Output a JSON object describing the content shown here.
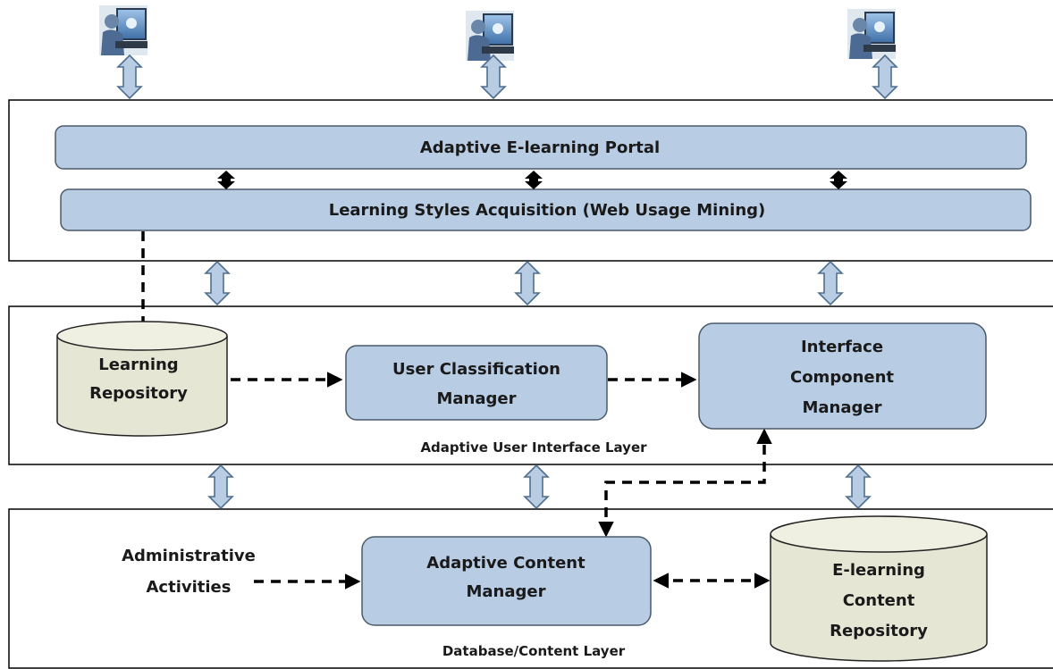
{
  "title": "",
  "users": [
    {
      "icon": "user-at-computer-icon"
    },
    {
      "icon": "user-at-computer-icon"
    },
    {
      "icon": "user-at-computer-icon"
    }
  ],
  "portal_layer": {
    "portal_label": "Adaptive E-learning Portal",
    "acquisition_label": "Learning Styles Acquisition (Web Usage Mining)"
  },
  "ui_layer": {
    "layer_label": "Adaptive User Interface Layer",
    "learning_repository": [
      "Learning",
      "Repository"
    ],
    "user_classification_manager": [
      "User Classification",
      "Manager"
    ],
    "interface_component_manager": [
      "Interface",
      "Component",
      "Manager"
    ]
  },
  "content_layer": {
    "layer_label": "Database/Content Layer",
    "administrative_activities": [
      "Administrative",
      "Activities"
    ],
    "adaptive_content_manager": [
      "Adaptive Content",
      "Manager"
    ],
    "content_repository": [
      "E-learning",
      "Content",
      "Repository"
    ]
  },
  "colors": {
    "box_fill": "#b8cce4",
    "box_stroke": "#4a5a6a",
    "cylinder_fill": "#e6e6d4",
    "arrow_fill": "#b8cce4",
    "arrow_stroke": "#4f6f8f",
    "frame_stroke": "#000000"
  }
}
